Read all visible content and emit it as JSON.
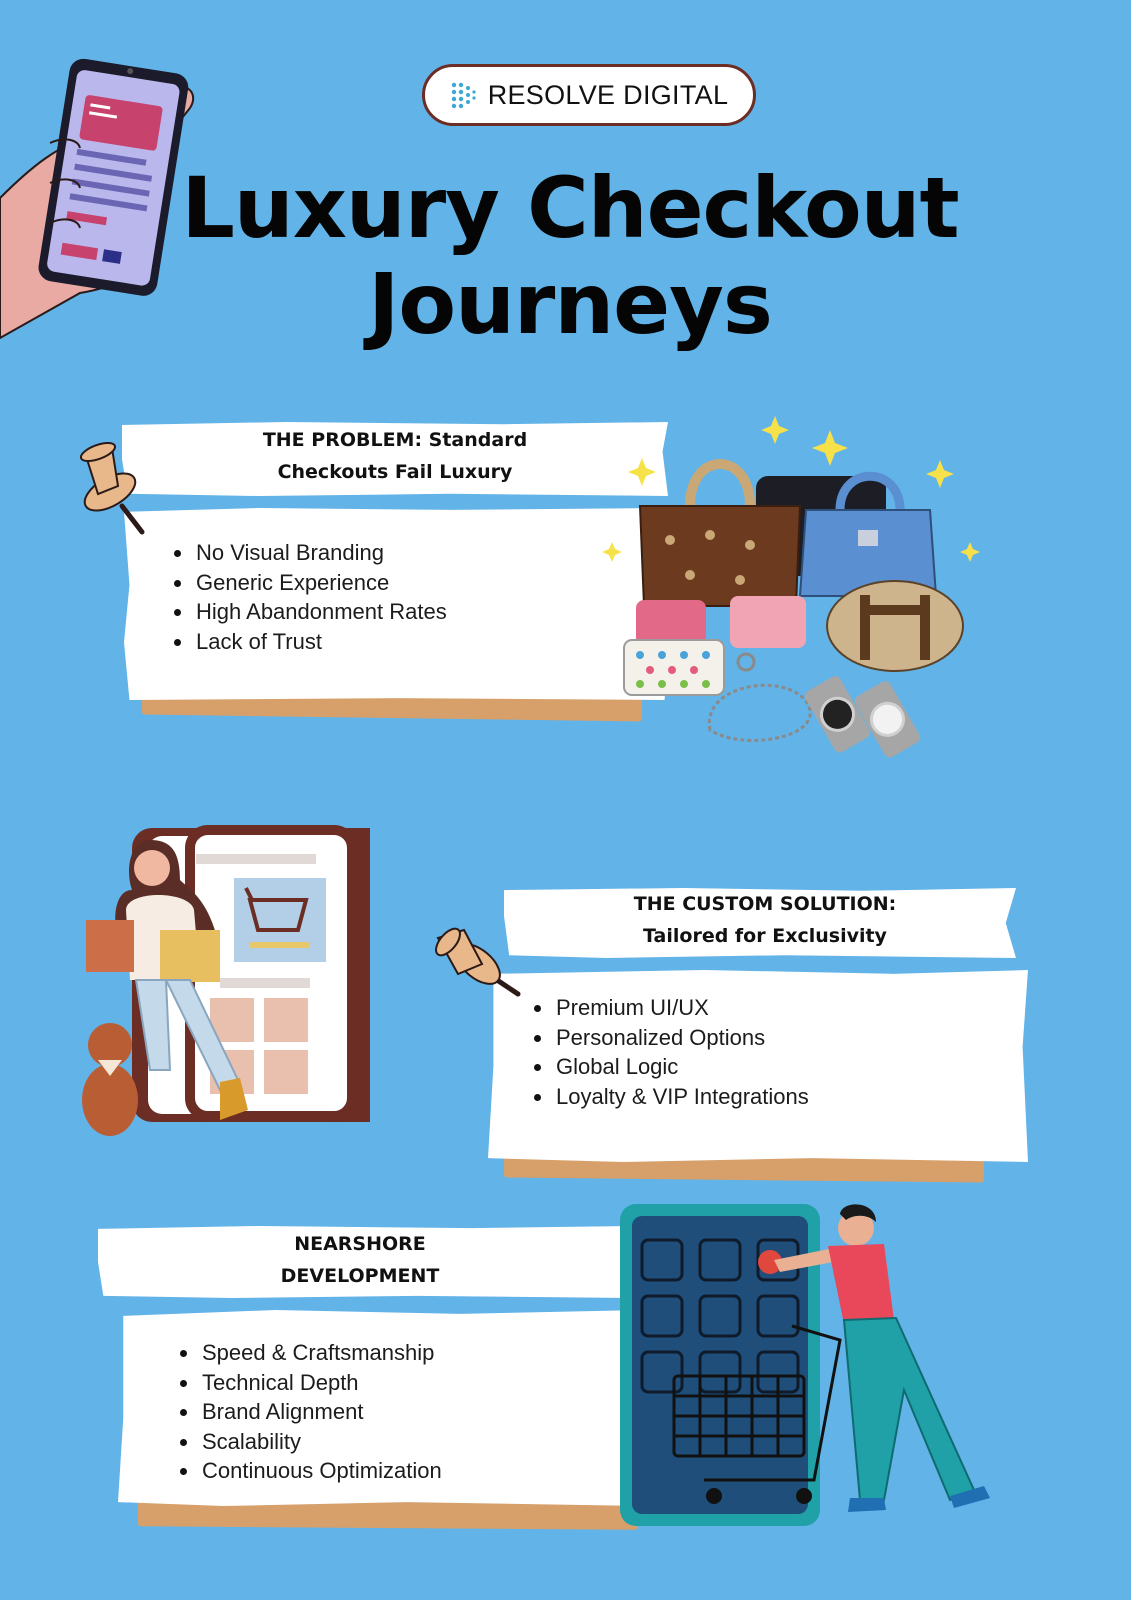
{
  "brand": {
    "name": "RESOLVE DIGITAL"
  },
  "headline": {
    "line1": "Luxury Checkout",
    "line2": "Journeys"
  },
  "sections": [
    {
      "title_line1": "THE PROBLEM: Standard",
      "title_line2": "Checkouts Fail Luxury",
      "bullets": [
        "No Visual Branding",
        "Generic Experience",
        "High Abandonment Rates",
        "Lack of Trust"
      ]
    },
    {
      "title_line1": "THE CUSTOM SOLUTION:",
      "title_line2": "Tailored for Exclusivity",
      "bullets": [
        "Premium UI/UX",
        "Personalized Options",
        "Global Logic",
        "Loyalty & VIP Integrations"
      ]
    },
    {
      "title_line1": "NEARSHORE",
      "title_line2": "DEVELOPMENT",
      "bullets": [
        "Speed & Craftsmanship",
        "Technical Depth",
        "Brand Alignment",
        "Scalability",
        "Continuous Optimization"
      ]
    }
  ],
  "colors": {
    "background": "#62b3e7",
    "paper": "#ffffff",
    "tape": "#d7a06b",
    "pin": "#e9b88a",
    "brand_border": "#6b2d24"
  }
}
